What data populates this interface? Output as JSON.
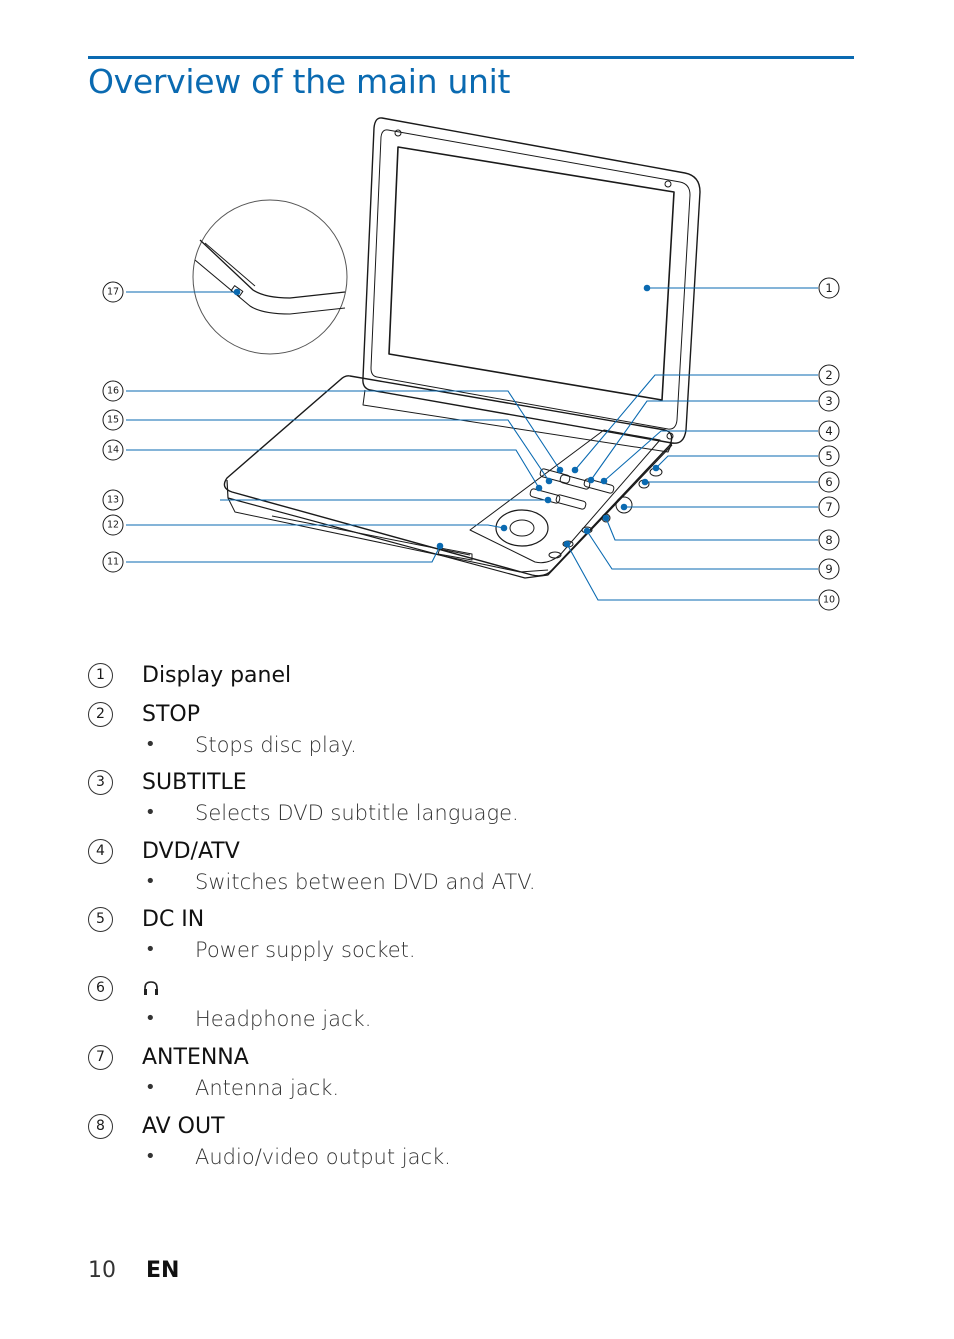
{
  "title": "Overview of the main unit",
  "callouts": [
    "1",
    "2",
    "3",
    "4",
    "5",
    "6",
    "7",
    "8",
    "9",
    "10",
    "11",
    "12",
    "13",
    "14",
    "15",
    "16",
    "17"
  ],
  "items": [
    {
      "num": "1",
      "label": "Display panel",
      "desc": ""
    },
    {
      "num": "2",
      "label": "STOP",
      "desc": "Stops disc play."
    },
    {
      "num": "3",
      "label": "SUBTITLE",
      "desc": "Selects DVD subtitle language."
    },
    {
      "num": "4",
      "label": "DVD/ATV",
      "desc": "Switches between DVD and ATV."
    },
    {
      "num": "5",
      "label": "DC IN",
      "desc": "Power supply socket."
    },
    {
      "num": "6",
      "label": "",
      "icon": "headphone-icon",
      "desc": "Headphone jack."
    },
    {
      "num": "7",
      "label": "ANTENNA",
      "desc": "Antenna jack."
    },
    {
      "num": "8",
      "label": "AV OUT",
      "desc": "Audio/video output jack."
    }
  ],
  "bullet": "•",
  "footer": {
    "page": "10",
    "lang": "EN"
  },
  "colors": {
    "accent": "#0a6ab1",
    "line": "#1a1a1a"
  }
}
